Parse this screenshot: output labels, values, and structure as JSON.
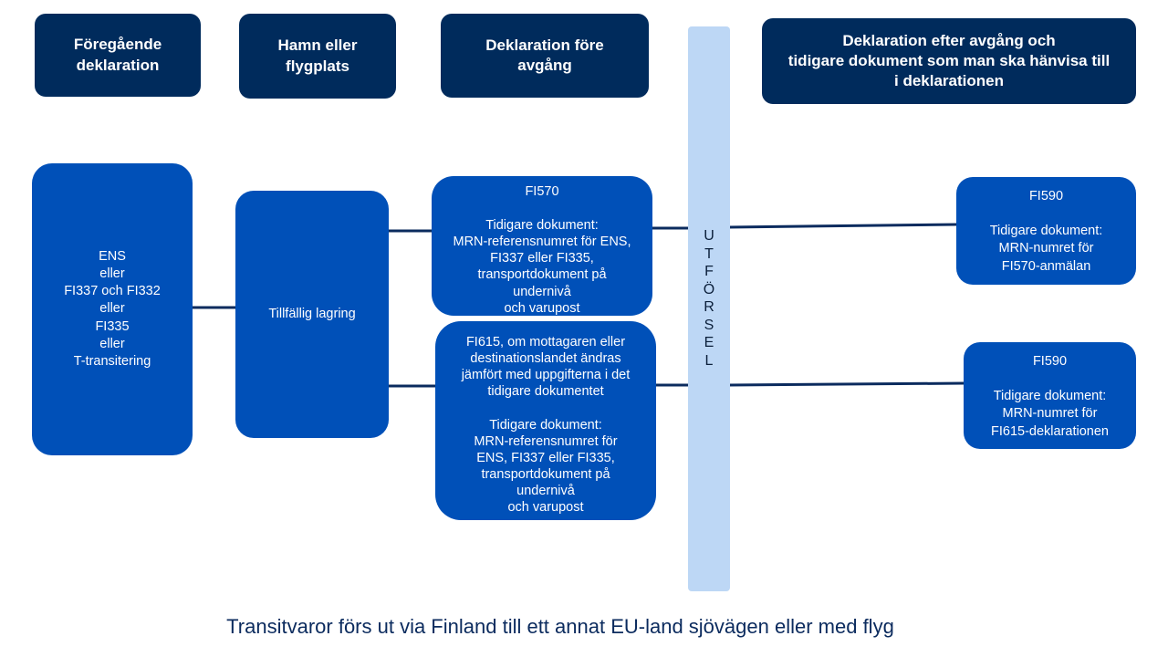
{
  "headers": {
    "previous_declaration": "Föregående\ndeklaration",
    "port_or_airport": "Hamn eller\nflygplats",
    "declaration_before_departure": "Deklaration före\navgång",
    "declaration_after_departure": "Deklaration efter avgång och\ntidigare dokument som man ska hänvisa till\ni deklarationen"
  },
  "boxes": {
    "previous": "ENS\neller\nFI337 och FI332\neller\nFI335\neller\nT-transitering",
    "temporary_storage": "Tillfällig lagring",
    "fi570": "FI570\n\nTidigare dokument:\nMRN-referensnumret för ENS,\nFI337 eller FI335,\ntransportdokument på\nundernivå\noch varupost",
    "fi615": "FI615, om mottagaren eller\ndestinationslandet ändras\njämfört med uppgifterna i det\ntidigare dokumentet\n\nTidigare dokument:\nMRN-referensnumret för\nENS, FI337 eller FI335,\ntransportdokument på\nundernivå\noch varupost",
    "fi590_a": "FI590\n\nTidigare dokument:\nMRN-numret  för\nFI570-anmälan",
    "fi590_b": "FI590\n\nTidigare dokument:\nMRN-numret  för\nFI615-deklarationen"
  },
  "export_bar": {
    "letters": [
      "U",
      "T",
      "F",
      "Ö",
      "R",
      "S",
      "E",
      "L"
    ]
  },
  "caption": "Transitvaror  förs ut via Finland till ett annat EU-land sjövägen eller med flyg",
  "colors": {
    "header_bg": "#002b5c",
    "box_bg": "#0050b8",
    "bar_bg": "#bdd7f5",
    "connector": "#0b2b5e",
    "caption_text": "#0b2b5e"
  }
}
